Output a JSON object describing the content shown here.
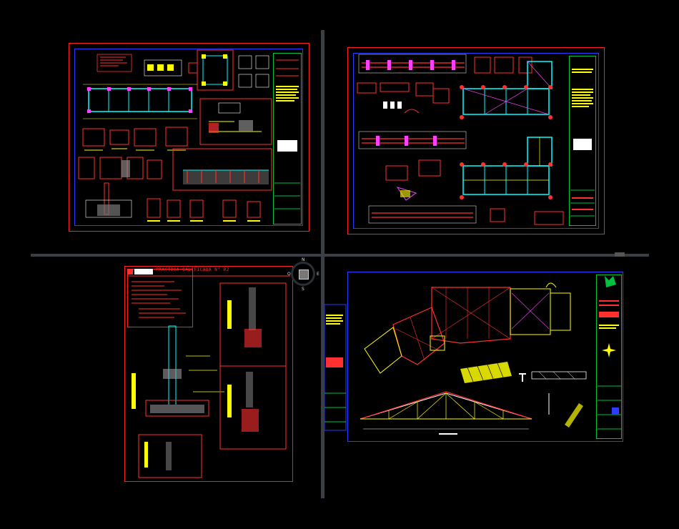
{
  "window": {
    "app": "CAD drawing viewer",
    "layout": "four viewports"
  },
  "viewports": [
    {
      "id": "vp1",
      "sheet": "foundation-details-sheet"
    },
    {
      "id": "vp2",
      "sheet": "structural-plans-sheet"
    },
    {
      "id": "vp3",
      "sheet": "wall-section-sheet",
      "title": "PRACTICA CALIFICADA N° 02"
    },
    {
      "id": "vp4",
      "sheet": "roof-truss-sheet"
    }
  ],
  "compass": {
    "north": "N",
    "east": "E",
    "south": "S",
    "west": "O"
  },
  "colors": {
    "background": "#000000",
    "frame": "#ff2020",
    "border": "#2a3cff",
    "accent_yellow": "#ffff00",
    "accent_cyan": "#00ffff",
    "accent_green": "#00c040",
    "accent_magenta": "#ff40ff"
  }
}
